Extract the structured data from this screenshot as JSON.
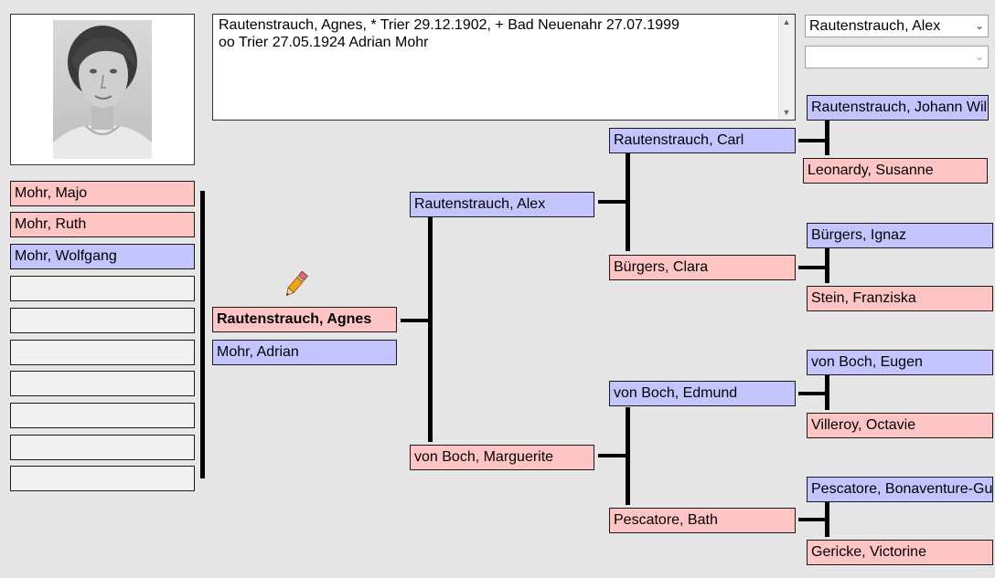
{
  "notes": {
    "line1": "Rautenstrauch, Agnes, * Trier 29.12.1902, + Bad Neuenahr 27.07.1999",
    "line2": "oo Trier 27.05.1924 Adrian Mohr"
  },
  "selectors": {
    "primary_value": "Rautenstrauch, Alex",
    "secondary_value": ""
  },
  "children": [
    {
      "name": "Mohr, Majo",
      "sex": "female"
    },
    {
      "name": "Mohr, Ruth",
      "sex": "female"
    },
    {
      "name": "Mohr, Wolfgang",
      "sex": "male"
    },
    {
      "name": "",
      "sex": "empty"
    },
    {
      "name": "",
      "sex": "empty"
    },
    {
      "name": "",
      "sex": "empty"
    },
    {
      "name": "",
      "sex": "empty"
    },
    {
      "name": "",
      "sex": "empty"
    },
    {
      "name": "",
      "sex": "empty"
    },
    {
      "name": "",
      "sex": "empty"
    }
  ],
  "person": {
    "name": "Rautenstrauch, Agnes",
    "sex": "female"
  },
  "spouse": {
    "name": "Mohr, Adrian",
    "sex": "male"
  },
  "parents": {
    "father": {
      "name": "Rautenstrauch, Alex",
      "sex": "male"
    },
    "mother": {
      "name": "von Boch, Marguerite",
      "sex": "female"
    }
  },
  "grandparents": {
    "paternal_grandfather": {
      "name": "Rautenstrauch, Carl",
      "sex": "male"
    },
    "paternal_grandmother": {
      "name": "Bürgers, Clara",
      "sex": "female"
    },
    "maternal_grandfather": {
      "name": "von Boch, Edmund",
      "sex": "male"
    },
    "maternal_grandmother": {
      "name": "Pescatore, Bath",
      "sex": "female"
    }
  },
  "great_grandparents": {
    "ggf1": {
      "name": "Rautenstrauch, Johann Wilhelm",
      "sex": "male"
    },
    "ggm1": {
      "name": "Leonardy, Susanne",
      "sex": "female"
    },
    "ggf2": {
      "name": "Bürgers, Ignaz",
      "sex": "male"
    },
    "ggm2": {
      "name": "Stein, Franziska",
      "sex": "female"
    },
    "ggf3": {
      "name": "von Boch, Eugen",
      "sex": "male"
    },
    "ggm3": {
      "name": "Villeroy, Octavie",
      "sex": "female"
    },
    "ggf4": {
      "name": "Pescatore, Bonaventure-Guillaume",
      "sex": "male"
    },
    "ggm4": {
      "name": "Gericke, Victorine",
      "sex": "female"
    }
  },
  "icons": {
    "photo": "portrait-photo",
    "edit": "pencil-icon"
  },
  "colors": {
    "female": "#ffc4c4",
    "male": "#c4c4ff",
    "empty": "#f1f1f1"
  }
}
